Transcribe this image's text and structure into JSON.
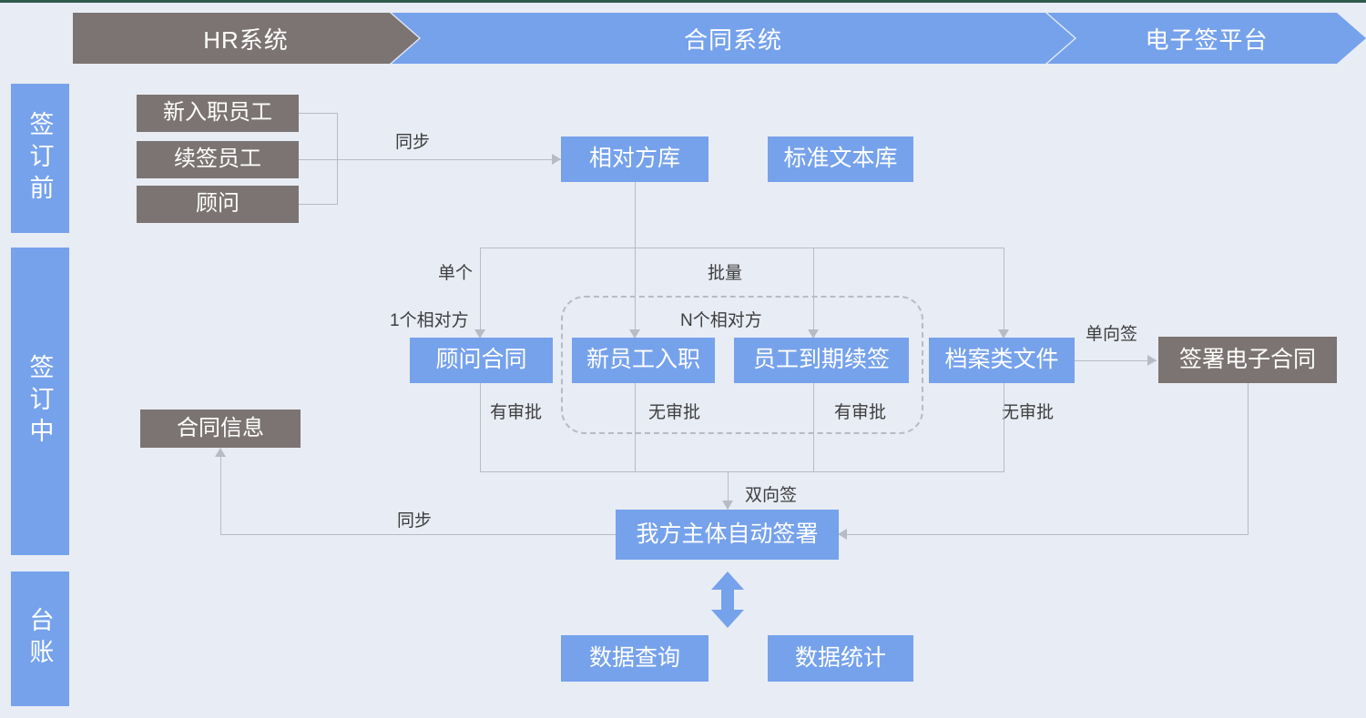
{
  "theme": {
    "background": "#e8ecf4",
    "blue": "#76a2ec",
    "gray": "#7b7472",
    "line": "#b6bcc6",
    "text_dark": "#3d3d3d",
    "text_light": "#ffffff",
    "top_rule": "#2f5b4e"
  },
  "banner": {
    "systems": [
      {
        "name": "hr-system",
        "label": "HR系统",
        "style": "gray"
      },
      {
        "name": "contract-system",
        "label": "合同系统",
        "style": "blue"
      },
      {
        "name": "esign-platform",
        "label": "电子签平台",
        "style": "blue"
      }
    ]
  },
  "phases": [
    {
      "name": "phase-before-signing",
      "label": "签订前"
    },
    {
      "name": "phase-during-signing",
      "label": "签订中"
    },
    {
      "name": "phase-ledger",
      "label": "台账"
    }
  ],
  "hr_sources": [
    {
      "name": "new-hire-employee",
      "label": "新入职员工"
    },
    {
      "name": "renewal-employee",
      "label": "续签员工"
    },
    {
      "name": "consultant",
      "label": "顾问"
    }
  ],
  "libraries": [
    {
      "name": "counterparty-library",
      "label": "相对方库"
    },
    {
      "name": "standard-text-library",
      "label": "标准文本库"
    }
  ],
  "contract_types": [
    {
      "name": "consultant-contract",
      "label": "顾问合同",
      "approval": "有审批"
    },
    {
      "name": "new-employee-onboarding",
      "label": "新员工入职",
      "approval": "无审批"
    },
    {
      "name": "employee-renewal",
      "label": "员工到期续签",
      "approval": "有审批"
    },
    {
      "name": "archive-document",
      "label": "档案类文件",
      "approval": "无审批"
    }
  ],
  "signing": {
    "esign_contract": "签署电子合同",
    "self_auto_sign": "我方主体自动签署",
    "contract_info": "合同信息"
  },
  "ledger": [
    {
      "name": "data-query",
      "label": "数据查询"
    },
    {
      "name": "data-statistics",
      "label": "数据统计"
    }
  ],
  "edge_labels": {
    "sync_top": "同步",
    "sync_bottom": "同步",
    "single": "单个",
    "batch": "批量",
    "one_counterparty": "1个相对方",
    "n_counterparty": "N个相对方",
    "one_way_sign": "单向签",
    "two_way_sign": "双向签"
  }
}
